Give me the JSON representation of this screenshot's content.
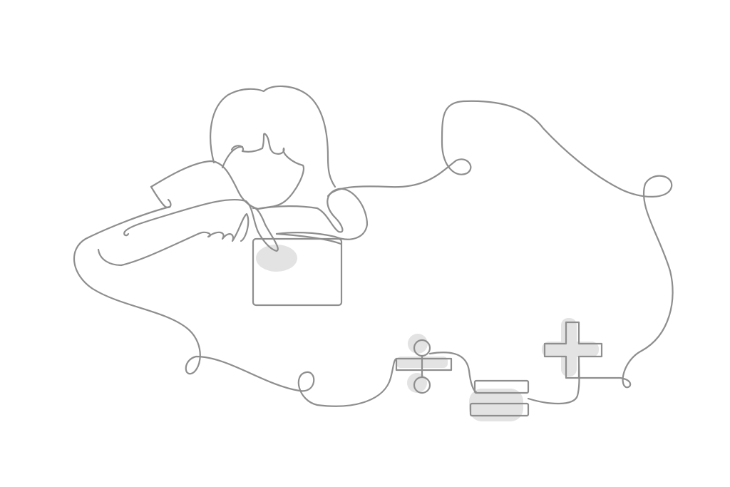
{
  "illustration": {
    "subject": "person-touching-tablet-with-math-symbols",
    "symbols": [
      "divide",
      "equals",
      "plus"
    ],
    "colors": {
      "background": "#ffffff",
      "line": "#8e8e8e",
      "highlight": "#e3e3e3"
    }
  }
}
